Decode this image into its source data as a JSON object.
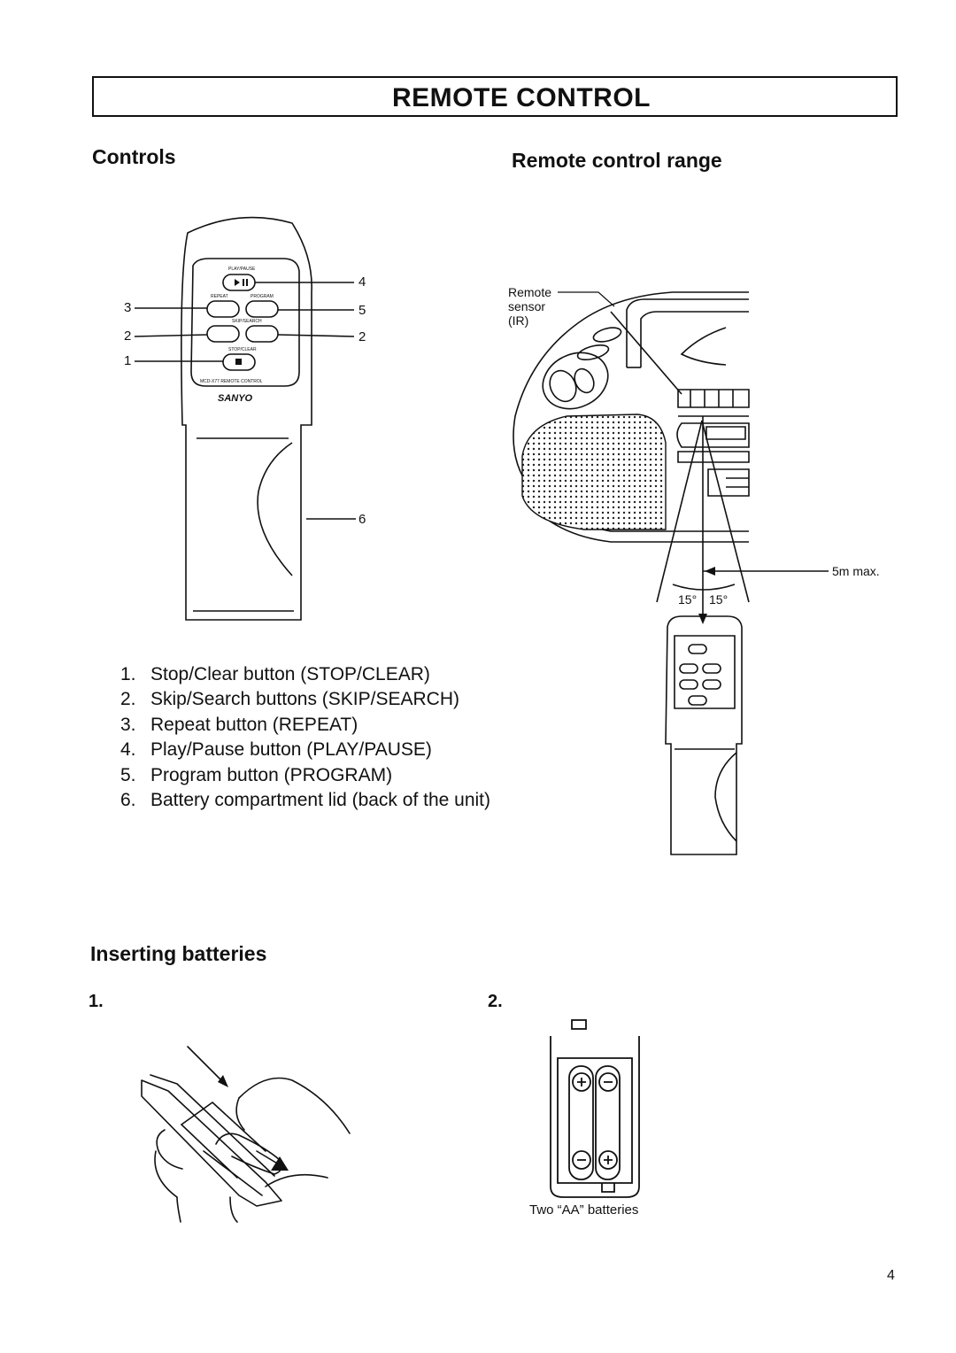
{
  "title": "REMOTE CONTROL",
  "controls": {
    "heading": "Controls",
    "remote_labels": {
      "play_pause": "PLAY/PAUSE",
      "repeat": "REPEAT",
      "program": "PROGRAM",
      "skip_search": "SKIP/SEARCH",
      "stop_clear": "STOP/CLEAR",
      "model": "MCD-X77 REMOTE CONTROL",
      "brand": "SANYO"
    },
    "callouts": {
      "play_pause": "4",
      "repeat": "3",
      "program": "5",
      "skip_back": "2",
      "skip_forward": "2",
      "stop": "1",
      "battery_lid": "6"
    },
    "list": [
      {
        "num": "1.",
        "text": "Stop/Clear button (STOP/CLEAR)"
      },
      {
        "num": "2.",
        "text": "Skip/Search buttons (SKIP/SEARCH)"
      },
      {
        "num": "3.",
        "text": "Repeat button (REPEAT)"
      },
      {
        "num": "4.",
        "text": "Play/Pause button (PLAY/PAUSE)"
      },
      {
        "num": "5.",
        "text": "Program button (PROGRAM)"
      },
      {
        "num": "6.",
        "text": "Battery compartment lid (back of the unit)"
      }
    ]
  },
  "range": {
    "heading": "Remote control range",
    "sensor_label_1": "Remote",
    "sensor_label_2": "sensor",
    "sensor_label_3": "(IR)",
    "distance": "5m max.",
    "angle_left": "15°",
    "angle_right": "15°"
  },
  "batteries": {
    "heading": "Inserting batteries",
    "step1": "1.",
    "step2": "2.",
    "caption": "Two “AA” batteries"
  },
  "page_number": "4"
}
